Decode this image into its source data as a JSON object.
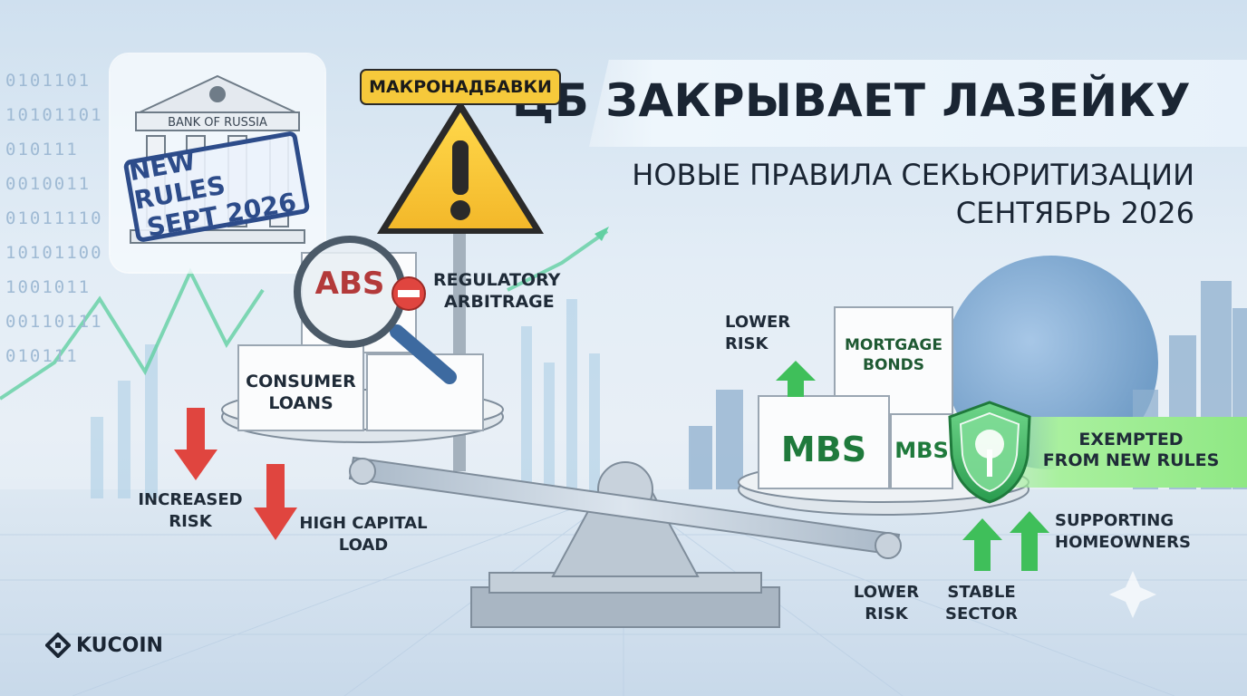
{
  "title": "ЦБ ЗАКРЫВАЕТ ЛАЗЕЙКУ",
  "subtitle_line1": "НОВЫЕ ПРАВИЛА СЕКЬЮРИТИЗАЦИИ",
  "subtitle_line2": "СЕНТЯБРЬ 2026",
  "warning_label": "МАКРОНАДБАВКИ",
  "bank": {
    "name": "BANK OF RUSSIA",
    "stamp_line1": "NEW RULES",
    "stamp_line2": "SEPT 2026"
  },
  "left_pan": {
    "abs_label": "ABS",
    "consumer_loans_line1": "CONSUMER",
    "consumer_loans_line2": "LOANS",
    "regulatory_line1": "REGULATORY",
    "regulatory_line2": "ARBITRAGE",
    "increased_risk_line1": "INCREASED",
    "increased_risk_line2": "RISK",
    "high_capital_line1": "HIGH CAPITAL",
    "high_capital_line2": "LOAD"
  },
  "right_pan": {
    "mbs_big": "MBS",
    "mbs_small": "MBS",
    "mortgage_line1": "MORTGAGE",
    "mortgage_line2": "BONDS",
    "lower_risk_top_line1": "LOWER",
    "lower_risk_top_line2": "RISK",
    "exempted_line1": "EXEMPTED",
    "exempted_line2": "FROM NEW RULES",
    "supporting_line1": "SUPPORTING",
    "supporting_line2": "HOMEOWNERS",
    "lower_risk_line1": "LOWER",
    "lower_risk_line2": "RISK",
    "stable_line1": "STABLE",
    "stable_line2": "SECTOR"
  },
  "brand": "KUCOIN",
  "binary_rows": [
    "0101101",
    "10101101",
    "010111",
    "0010011",
    "01011110",
    "10101100",
    "1001011",
    "00110111",
    "010111"
  ],
  "colors": {
    "title_text": "#1a2533",
    "warning_yellow": "#f6c93b",
    "abs_red": "#b33a3a",
    "down_arrow_red": "#e0453f",
    "up_arrow_green": "#3fbf5a",
    "mbs_green": "#1f7a3c",
    "exempt_banner_green": "#8fe884",
    "stamp_blue": "#2d4c8a"
  }
}
